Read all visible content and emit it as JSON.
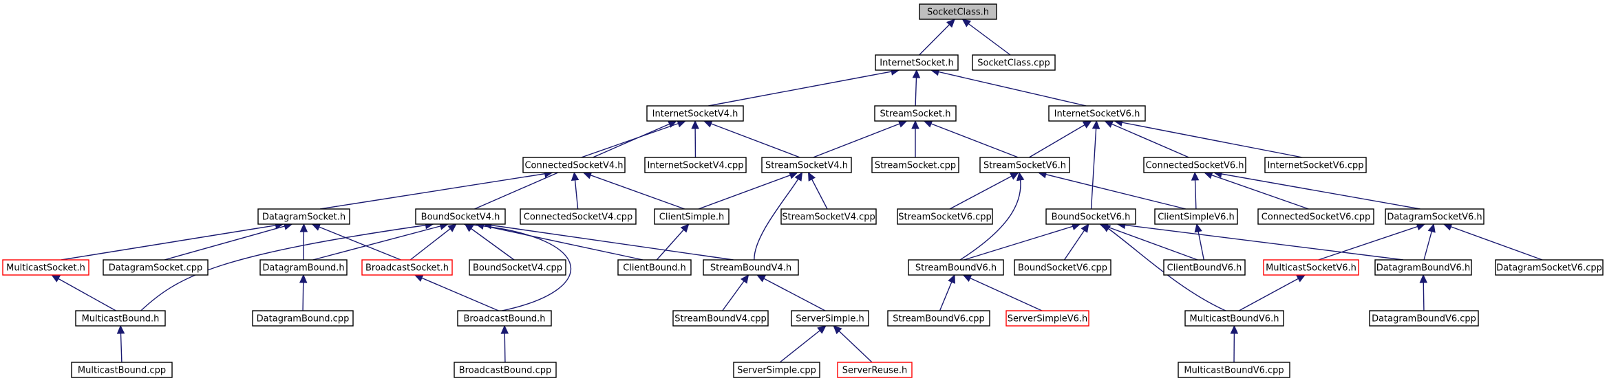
{
  "nodes": [
    {
      "id": "SocketClass_h",
      "label": "SocketClass.h",
      "style": "root"
    },
    {
      "id": "InternetSocket_h",
      "label": "InternetSocket.h"
    },
    {
      "id": "SocketClass_cpp",
      "label": "SocketClass.cpp"
    },
    {
      "id": "InternetSocketV4_h",
      "label": "InternetSocketV4.h"
    },
    {
      "id": "StreamSocket_h",
      "label": "StreamSocket.h"
    },
    {
      "id": "InternetSocketV6_h",
      "label": "InternetSocketV6.h"
    },
    {
      "id": "ConnectedSocketV4_h",
      "label": "ConnectedSocketV4.h"
    },
    {
      "id": "InternetSocketV4_cpp",
      "label": "InternetSocketV4.cpp"
    },
    {
      "id": "StreamSocketV4_h",
      "label": "StreamSocketV4.h"
    },
    {
      "id": "StreamSocket_cpp",
      "label": "StreamSocket.cpp"
    },
    {
      "id": "StreamSocketV6_h",
      "label": "StreamSocketV6.h"
    },
    {
      "id": "ConnectedSocketV6_h",
      "label": "ConnectedSocketV6.h"
    },
    {
      "id": "InternetSocketV6_cpp",
      "label": "InternetSocketV6.cpp"
    },
    {
      "id": "DatagramSocket_h",
      "label": "DatagramSocket.h"
    },
    {
      "id": "BoundSocketV4_h",
      "label": "BoundSocketV4.h"
    },
    {
      "id": "ConnectedSocketV4_cpp",
      "label": "ConnectedSocketV4.cpp"
    },
    {
      "id": "ClientSimple_h",
      "label": "ClientSimple.h"
    },
    {
      "id": "StreamSocketV4_cpp",
      "label": "StreamSocketV4.cpp"
    },
    {
      "id": "StreamSocketV6_cpp",
      "label": "StreamSocketV6.cpp"
    },
    {
      "id": "BoundSocketV6_h",
      "label": "BoundSocketV6.h"
    },
    {
      "id": "ClientSimpleV6_h",
      "label": "ClientSimpleV6.h"
    },
    {
      "id": "ConnectedSocketV6_cpp",
      "label": "ConnectedSocketV6.cpp"
    },
    {
      "id": "DatagramSocketV6_h",
      "label": "DatagramSocketV6.h"
    },
    {
      "id": "MulticastSocket_h",
      "label": "MulticastSocket.h",
      "style": "red"
    },
    {
      "id": "DatagramSocket_cpp",
      "label": "DatagramSocket.cpp"
    },
    {
      "id": "DatagramBound_h",
      "label": "DatagramBound.h"
    },
    {
      "id": "BroadcastSocket_h",
      "label": "BroadcastSocket.h",
      "style": "red"
    },
    {
      "id": "BoundSocketV4_cpp",
      "label": "BoundSocketV4.cpp"
    },
    {
      "id": "ClientBound_h",
      "label": "ClientBound.h"
    },
    {
      "id": "StreamBoundV4_h",
      "label": "StreamBoundV4.h"
    },
    {
      "id": "StreamBoundV6_h",
      "label": "StreamBoundV6.h"
    },
    {
      "id": "BoundSocketV6_cpp",
      "label": "BoundSocketV6.cpp"
    },
    {
      "id": "ClientBoundV6_h",
      "label": "ClientBoundV6.h"
    },
    {
      "id": "MulticastSocketV6_h",
      "label": "MulticastSocketV6.h",
      "style": "red"
    },
    {
      "id": "DatagramBoundV6_h",
      "label": "DatagramBoundV6.h"
    },
    {
      "id": "DatagramSocketV6_cpp",
      "label": "DatagramSocketV6.cpp"
    },
    {
      "id": "MulticastBound_h",
      "label": "MulticastBound.h"
    },
    {
      "id": "DatagramBound_cpp",
      "label": "DatagramBound.cpp"
    },
    {
      "id": "BroadcastBound_h",
      "label": "BroadcastBound.h"
    },
    {
      "id": "StreamBoundV4_cpp",
      "label": "StreamBoundV4.cpp"
    },
    {
      "id": "ServerSimple_h",
      "label": "ServerSimple.h"
    },
    {
      "id": "StreamBoundV6_cpp",
      "label": "StreamBoundV6.cpp"
    },
    {
      "id": "ServerSimpleV6_h",
      "label": "ServerSimpleV6.h",
      "style": "red"
    },
    {
      "id": "MulticastBoundV6_h",
      "label": "MulticastBoundV6.h"
    },
    {
      "id": "DatagramBoundV6_cpp",
      "label": "DatagramBoundV6.cpp"
    },
    {
      "id": "MulticastBound_cpp",
      "label": "MulticastBound.cpp"
    },
    {
      "id": "BroadcastBound_cpp",
      "label": "BroadcastBound.cpp"
    },
    {
      "id": "ServerSimple_cpp",
      "label": "ServerSimple.cpp"
    },
    {
      "id": "ServerReuse_h",
      "label": "ServerReuse.h",
      "style": "red"
    },
    {
      "id": "MulticastBoundV6_cpp",
      "label": "MulticastBoundV6.cpp"
    }
  ],
  "edges": [
    [
      "InternetSocket_h",
      "SocketClass_h"
    ],
    [
      "SocketClass_cpp",
      "SocketClass_h"
    ],
    [
      "InternetSocketV4_h",
      "InternetSocket_h"
    ],
    [
      "StreamSocket_h",
      "InternetSocket_h"
    ],
    [
      "InternetSocketV6_h",
      "InternetSocket_h"
    ],
    [
      "ConnectedSocketV4_h",
      "InternetSocketV4_h"
    ],
    [
      "InternetSocketV4_cpp",
      "InternetSocketV4_h"
    ],
    [
      "StreamSocketV4_h",
      "InternetSocketV4_h"
    ],
    [
      "BoundSocketV4_h",
      "InternetSocketV4_h"
    ],
    [
      "StreamSocketV4_h",
      "StreamSocket_h"
    ],
    [
      "StreamSocket_cpp",
      "StreamSocket_h"
    ],
    [
      "StreamSocketV6_h",
      "StreamSocket_h"
    ],
    [
      "StreamSocketV6_h",
      "InternetSocketV6_h"
    ],
    [
      "BoundSocketV6_h",
      "InternetSocketV6_h"
    ],
    [
      "ConnectedSocketV6_h",
      "InternetSocketV6_h"
    ],
    [
      "InternetSocketV6_cpp",
      "InternetSocketV6_h"
    ],
    [
      "DatagramSocket_h",
      "ConnectedSocketV4_h"
    ],
    [
      "ConnectedSocketV4_cpp",
      "ConnectedSocketV4_h"
    ],
    [
      "ClientSimple_h",
      "ConnectedSocketV4_h"
    ],
    [
      "ClientSimple_h",
      "StreamSocketV4_h"
    ],
    [
      "StreamBoundV4_h",
      "StreamSocketV4_h"
    ],
    [
      "StreamSocketV4_cpp",
      "StreamSocketV4_h"
    ],
    [
      "StreamSocketV6_cpp",
      "StreamSocketV6_h"
    ],
    [
      "StreamBoundV6_h",
      "StreamSocketV6_h"
    ],
    [
      "ClientSimpleV6_h",
      "StreamSocketV6_h"
    ],
    [
      "ClientSimpleV6_h",
      "ConnectedSocketV6_h"
    ],
    [
      "ConnectedSocketV6_cpp",
      "ConnectedSocketV6_h"
    ],
    [
      "DatagramSocketV6_h",
      "ConnectedSocketV6_h"
    ],
    [
      "MulticastSocket_h",
      "DatagramSocket_h"
    ],
    [
      "DatagramSocket_cpp",
      "DatagramSocket_h"
    ],
    [
      "DatagramBound_h",
      "DatagramSocket_h"
    ],
    [
      "BroadcastSocket_h",
      "DatagramSocket_h"
    ],
    [
      "MulticastBound_h",
      "BoundSocketV4_h"
    ],
    [
      "DatagramBound_h",
      "BoundSocketV4_h"
    ],
    [
      "BroadcastSocket_h",
      "BoundSocketV4_h"
    ],
    [
      "BoundSocketV4_cpp",
      "BoundSocketV4_h"
    ],
    [
      "ClientBound_h",
      "BoundSocketV4_h"
    ],
    [
      "StreamBoundV4_h",
      "BoundSocketV4_h"
    ],
    [
      "BroadcastBound_h",
      "BoundSocketV4_h"
    ],
    [
      "ClientBound_h",
      "ClientSimple_h"
    ],
    [
      "StreamBoundV6_h",
      "BoundSocketV6_h"
    ],
    [
      "BoundSocketV6_cpp",
      "BoundSocketV6_h"
    ],
    [
      "ClientBoundV6_h",
      "BoundSocketV6_h"
    ],
    [
      "DatagramBoundV6_h",
      "BoundSocketV6_h"
    ],
    [
      "MulticastBoundV6_h",
      "BoundSocketV6_h"
    ],
    [
      "ClientBoundV6_h",
      "ClientSimpleV6_h"
    ],
    [
      "MulticastSocketV6_h",
      "DatagramSocketV6_h"
    ],
    [
      "DatagramBoundV6_h",
      "DatagramSocketV6_h"
    ],
    [
      "DatagramSocketV6_cpp",
      "DatagramSocketV6_h"
    ],
    [
      "MulticastBound_h",
      "MulticastSocket_h"
    ],
    [
      "DatagramBound_cpp",
      "DatagramBound_h"
    ],
    [
      "BroadcastBound_h",
      "BroadcastSocket_h"
    ],
    [
      "StreamBoundV4_cpp",
      "StreamBoundV4_h"
    ],
    [
      "ServerSimple_h",
      "StreamBoundV4_h"
    ],
    [
      "StreamBoundV6_cpp",
      "StreamBoundV6_h"
    ],
    [
      "ServerSimpleV6_h",
      "StreamBoundV6_h"
    ],
    [
      "MulticastBoundV6_h",
      "MulticastSocketV6_h"
    ],
    [
      "DatagramBoundV6_cpp",
      "DatagramBoundV6_h"
    ],
    [
      "MulticastBound_cpp",
      "MulticastBound_h"
    ],
    [
      "BroadcastBound_cpp",
      "BroadcastBound_h"
    ],
    [
      "ServerSimple_cpp",
      "ServerSimple_h"
    ],
    [
      "ServerReuse_h",
      "ServerSimple_h"
    ],
    [
      "MulticastBoundV6_cpp",
      "MulticastBoundV6_h"
    ]
  ],
  "colors": {
    "edge": "#191970",
    "node_border": "#000000",
    "highlight_border": "#ff0000",
    "root_fill": "#bfbfbf"
  }
}
